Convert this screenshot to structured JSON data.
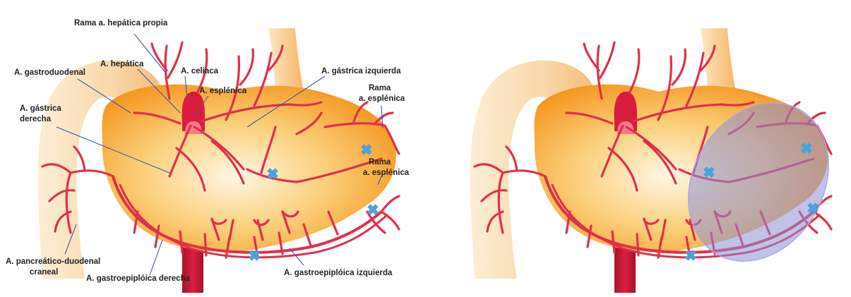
{
  "labels": {
    "rama_hepatica_propia": "Rama a. hepática propia",
    "a_hepatica": "A. hepática",
    "a_celiaca": "A. celiaca",
    "a_esplenica": "A. esplénica",
    "a_gastroduodenal": "A. gastroduodenal",
    "a_gastrica_derecha_1": "A. gástrica",
    "a_gastrica_derecha_2": "derecha",
    "a_gastrica_izquierda": "A. gástrica izquierda",
    "rama_esplenica_top_1": "Rama",
    "rama_esplenica_top_2": "a. esplénica",
    "rama_esplenica_mid_1": "Rama",
    "rama_esplenica_mid_2": "a. esplénica",
    "pancreatico_1": "A. pancreático-duodenal",
    "pancreatico_2": "craneal",
    "gastroepiploica_derecha": "A. gastroepiplóica derecha",
    "gastroepiploica_izquierda": "A. gastroepiplóica izquierda"
  },
  "colors": {
    "artery": "#e0304a",
    "stomach_light": "#fde7bf",
    "stomach_mid": "#f9b649",
    "stomach_dark": "#f08a12",
    "ligature": "#4aa3dc",
    "resection_overlay": "#8e8fd6",
    "leader": "#3a5aa8"
  },
  "icons": {
    "ligature": "x-mark-icon"
  }
}
